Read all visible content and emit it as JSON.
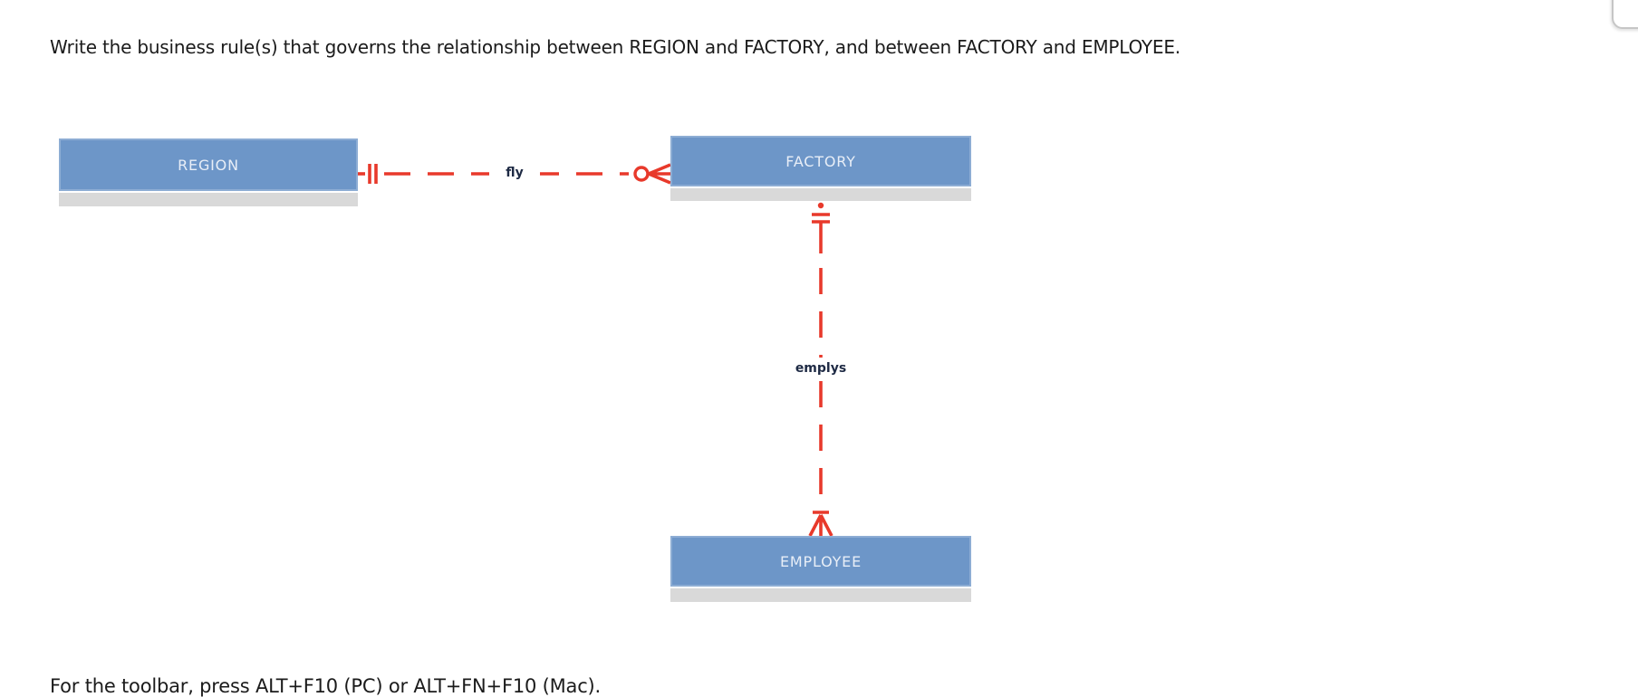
{
  "page": {
    "prompt": "Write the business rule(s) that governs the relationship between REGION and FACTORY, and between FACTORY and EMPLOYEE.",
    "toolbar_hint": "For the toolbar, press ALT+F10 (PC) or ALT+FN+F10 (Mac)."
  },
  "diagram": {
    "type": "crow-foot-erd",
    "entities": [
      {
        "name": "REGION"
      },
      {
        "name": "FACTORY"
      },
      {
        "name": "EMPLOYEE"
      }
    ],
    "relationships": [
      {
        "label": "fly",
        "from": "REGION",
        "to": "FACTORY",
        "from_end_notation": "one-and-only-one (double bar)",
        "to_end_notation": "zero-or-many (ring + crow's foot)",
        "line_style": "dashed"
      },
      {
        "label": "emplys",
        "from": "FACTORY",
        "to": "EMPLOYEE",
        "from_end_notation": "one-and-only-one (double bar)",
        "to_end_notation": "one-or-many (bar + crow's foot)",
        "line_style": "dashed"
      }
    ]
  },
  "colors": {
    "entity_fill": "#6D96C8",
    "entity_label": "#E8EEF7",
    "entity_shadow": "#D9D9D9",
    "relationship_line": "#E8392B",
    "relationship_label": "#1E2A44",
    "prompt_text": "#1B1B1B"
  }
}
